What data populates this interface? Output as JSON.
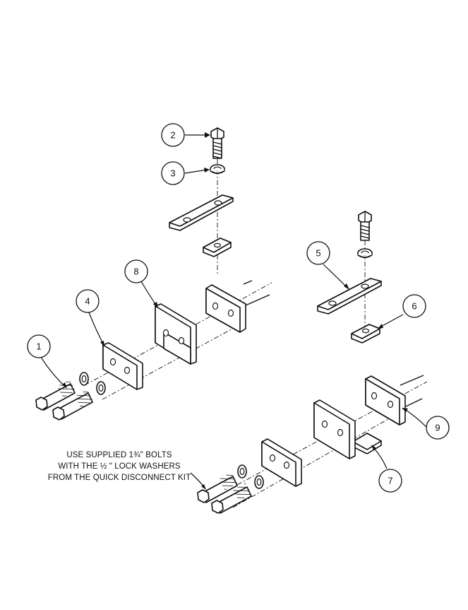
{
  "callouts": {
    "c1": "1",
    "c2": "2",
    "c3": "3",
    "c4": "4",
    "c5": "5",
    "c6": "6",
    "c7": "7",
    "c8": "8",
    "c9": "9"
  },
  "note": {
    "line1": "USE SUPPLIED 1¾\" BOLTS",
    "line2": "WITH THE ½ \" LOCK WASHERS",
    "line3": "FROM THE QUICK DISCONNECT KIT"
  },
  "colors": {
    "line": "#111111",
    "background": "#ffffff"
  }
}
